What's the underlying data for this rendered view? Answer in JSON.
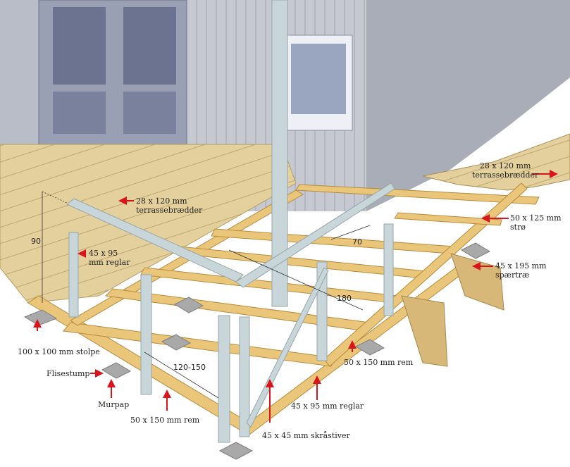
{
  "labels": {
    "deck_boards_left": [
      "28 x 120 mm",
      "terrassebrædder"
    ],
    "deck_boards_right": [
      "28 x 120 mm",
      "terrassebrædder"
    ],
    "studs_left": [
      "45 x 95",
      "mm reglar"
    ],
    "post": "100 x 100 mm stolpe",
    "tile_stub": "Flisestump",
    "roofing_felt": "Murpap",
    "beam_front": "50 x 150 mm rem",
    "beam_side": "50 x 150 mm rem",
    "studs_front": "45 x 95 mm reglar",
    "braces": "45 x 45 mm skråstiver",
    "joists": [
      "50 x 125 mm",
      "strø"
    ],
    "stringer": [
      "45 x 195 mm",
      "spærtræ"
    ]
  },
  "dimensions": {
    "railing_height": "90",
    "post_spacing": "120-150",
    "span_long": "180",
    "span_short": "70"
  },
  "colors": {
    "arrow": "#d9141b",
    "wood": "#e9c679",
    "wood_dark": "#c99a45",
    "deck": "#e6d3a0",
    "siding": "#c9ccd2",
    "post": "#c8d6da",
    "concrete": "#a9a9a9"
  }
}
